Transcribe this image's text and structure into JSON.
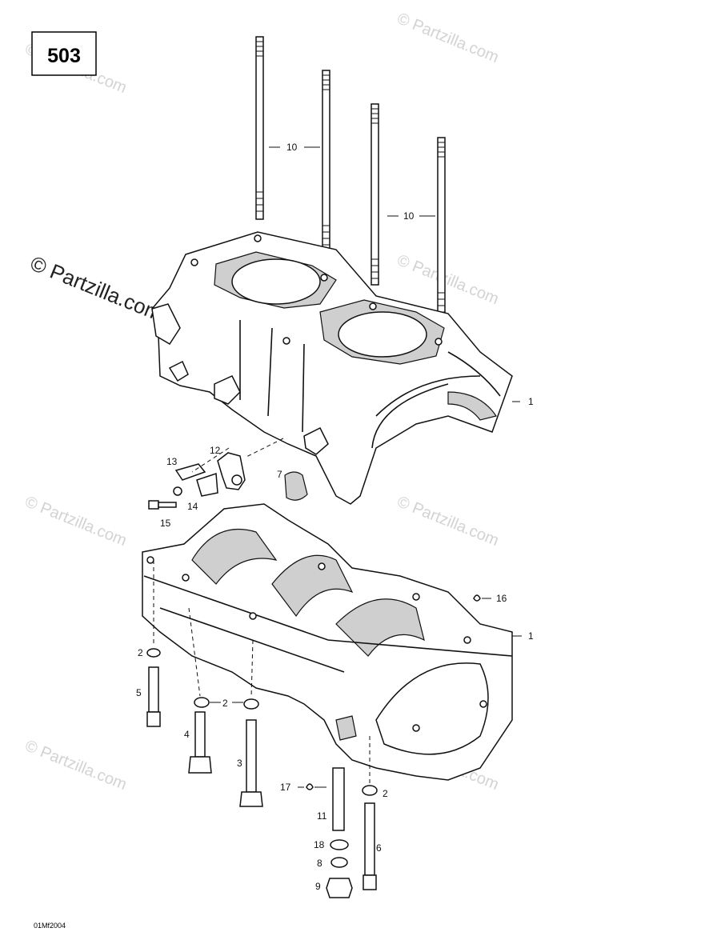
{
  "page_number": "503",
  "drawing_code": "01Mf2004",
  "watermarks": {
    "light": "© Partzilla.com",
    "dark": "© Partzilla.com"
  },
  "callouts": {
    "c1_upper": "1",
    "c1_lower": "1",
    "c2_a": "2",
    "c2_b": "2",
    "c2_c": "2",
    "c3": "3",
    "c4": "4",
    "c5": "5",
    "c6": "6",
    "c7": "7",
    "c8": "8",
    "c9": "9",
    "c10_a": "10",
    "c10_b": "10",
    "c11": "11",
    "c12": "12",
    "c13": "13",
    "c14": "14",
    "c15": "15",
    "c16": "16",
    "c17": "17",
    "c18": "18"
  },
  "colors": {
    "line": "#111111",
    "watermark": "#d3d3d3",
    "shade": "#cfcfcf"
  }
}
